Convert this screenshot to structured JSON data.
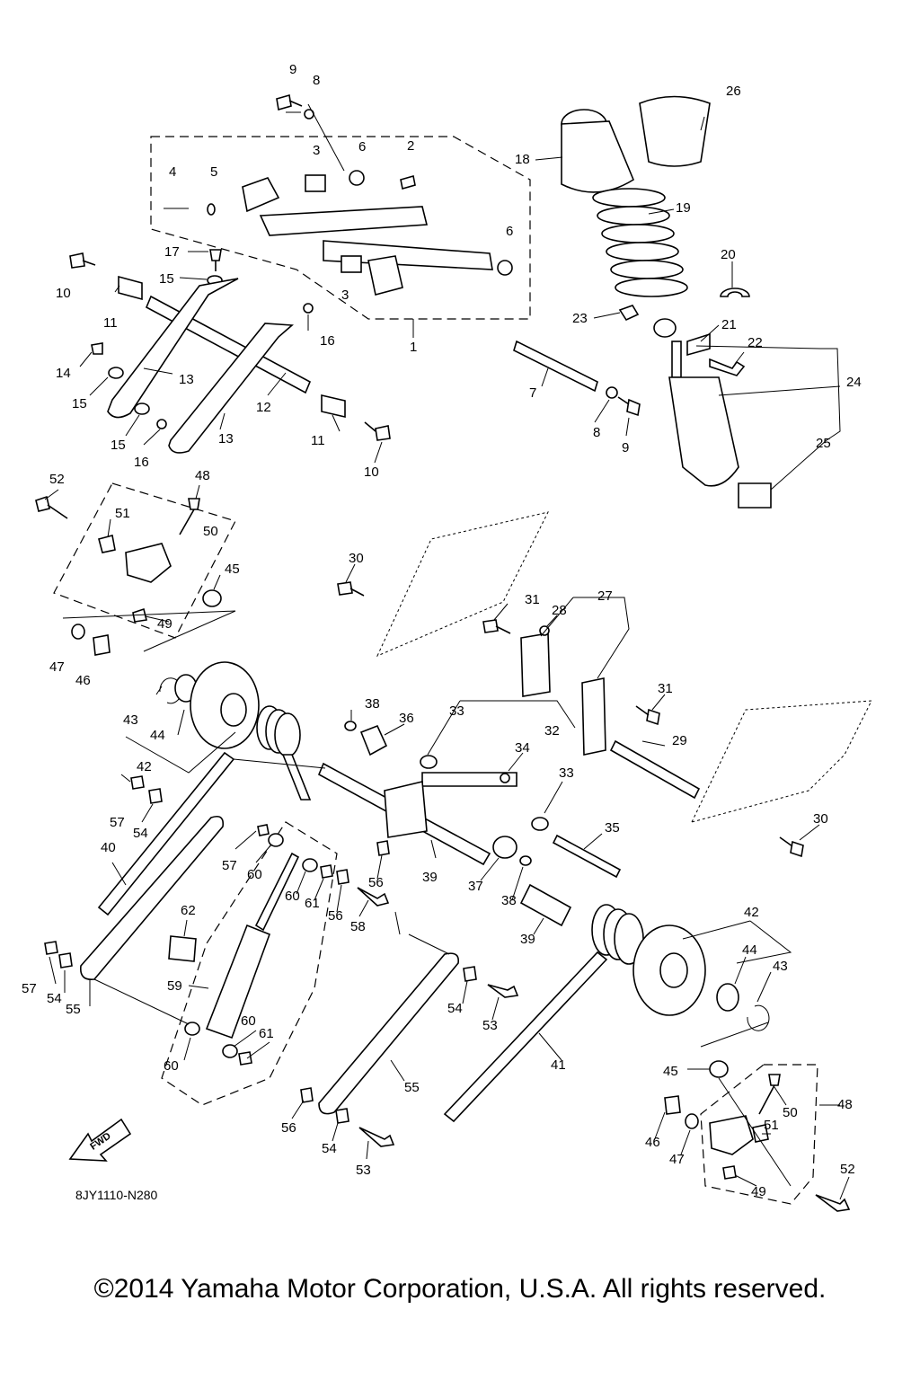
{
  "diagram": {
    "callouts": [
      {
        "id": "c9a",
        "text": "9"
      },
      {
        "id": "c8a",
        "text": "8"
      },
      {
        "id": "c26",
        "text": "26"
      },
      {
        "id": "c3a",
        "text": "3"
      },
      {
        "id": "c6a",
        "text": "6"
      },
      {
        "id": "c2",
        "text": "2"
      },
      {
        "id": "c18",
        "text": "18"
      },
      {
        "id": "c4",
        "text": "4"
      },
      {
        "id": "c5",
        "text": "5"
      },
      {
        "id": "c19",
        "text": "19"
      },
      {
        "id": "c6b",
        "text": "6"
      },
      {
        "id": "c17",
        "text": "17"
      },
      {
        "id": "c20",
        "text": "20"
      },
      {
        "id": "c10a",
        "text": "10"
      },
      {
        "id": "c15a",
        "text": "15"
      },
      {
        "id": "c3b",
        "text": "3"
      },
      {
        "id": "c23",
        "text": "23"
      },
      {
        "id": "c21",
        "text": "21"
      },
      {
        "id": "c11a",
        "text": "11"
      },
      {
        "id": "c16a",
        "text": "16"
      },
      {
        "id": "c22",
        "text": "22"
      },
      {
        "id": "c1",
        "text": "1"
      },
      {
        "id": "c14",
        "text": "14"
      },
      {
        "id": "c13a",
        "text": "13"
      },
      {
        "id": "c24",
        "text": "24"
      },
      {
        "id": "c7",
        "text": "7"
      },
      {
        "id": "c15b",
        "text": "15"
      },
      {
        "id": "c12",
        "text": "12"
      },
      {
        "id": "c15c",
        "text": "15"
      },
      {
        "id": "c13b",
        "text": "13"
      },
      {
        "id": "c8b",
        "text": "8"
      },
      {
        "id": "c11b",
        "text": "11"
      },
      {
        "id": "c9b",
        "text": "9"
      },
      {
        "id": "c25",
        "text": "25"
      },
      {
        "id": "c16b",
        "text": "16"
      },
      {
        "id": "c10b",
        "text": "10"
      },
      {
        "id": "c52a",
        "text": "52"
      },
      {
        "id": "c48a",
        "text": "48"
      },
      {
        "id": "c51a",
        "text": "51"
      },
      {
        "id": "c50a",
        "text": "50"
      },
      {
        "id": "c30a",
        "text": "30"
      },
      {
        "id": "c45a",
        "text": "45"
      },
      {
        "id": "c27",
        "text": "27"
      },
      {
        "id": "c31a",
        "text": "31"
      },
      {
        "id": "c28",
        "text": "28"
      },
      {
        "id": "c49a",
        "text": "49"
      },
      {
        "id": "c47a",
        "text": "47"
      },
      {
        "id": "c46a",
        "text": "46"
      },
      {
        "id": "c31b",
        "text": "31"
      },
      {
        "id": "c43a",
        "text": "43"
      },
      {
        "id": "c38a",
        "text": "38"
      },
      {
        "id": "c36",
        "text": "36"
      },
      {
        "id": "c33a",
        "text": "33"
      },
      {
        "id": "c32",
        "text": "32"
      },
      {
        "id": "c44a",
        "text": "44"
      },
      {
        "id": "c29",
        "text": "29"
      },
      {
        "id": "c34",
        "text": "34"
      },
      {
        "id": "c42a",
        "text": "42"
      },
      {
        "id": "c33b",
        "text": "33"
      },
      {
        "id": "c57a",
        "text": "57"
      },
      {
        "id": "c54a",
        "text": "54"
      },
      {
        "id": "c30b",
        "text": "30"
      },
      {
        "id": "c35",
        "text": "35"
      },
      {
        "id": "c57b",
        "text": "57"
      },
      {
        "id": "c60a",
        "text": "60"
      },
      {
        "id": "c40",
        "text": "40"
      },
      {
        "id": "c60b",
        "text": "60"
      },
      {
        "id": "c61a",
        "text": "61"
      },
      {
        "id": "c56a",
        "text": "56"
      },
      {
        "id": "c56b",
        "text": "56"
      },
      {
        "id": "c39a",
        "text": "39"
      },
      {
        "id": "c37",
        "text": "37"
      },
      {
        "id": "c38b",
        "text": "38"
      },
      {
        "id": "c58",
        "text": "58"
      },
      {
        "id": "c62",
        "text": "62"
      },
      {
        "id": "c39b",
        "text": "39"
      },
      {
        "id": "c42b",
        "text": "42"
      },
      {
        "id": "c44b",
        "text": "44"
      },
      {
        "id": "c43b",
        "text": "43"
      },
      {
        "id": "c57c",
        "text": "57"
      },
      {
        "id": "c59",
        "text": "59"
      },
      {
        "id": "c54b",
        "text": "54"
      },
      {
        "id": "c55a",
        "text": "55"
      },
      {
        "id": "c54c",
        "text": "54"
      },
      {
        "id": "c53a",
        "text": "53"
      },
      {
        "id": "c60c",
        "text": "60"
      },
      {
        "id": "c61b",
        "text": "61"
      },
      {
        "id": "c60d",
        "text": "60"
      },
      {
        "id": "c41",
        "text": "41"
      },
      {
        "id": "c45b",
        "text": "45"
      },
      {
        "id": "c50b",
        "text": "50"
      },
      {
        "id": "c48b",
        "text": "48"
      },
      {
        "id": "c55b",
        "text": "55"
      },
      {
        "id": "c51b",
        "text": "51"
      },
      {
        "id": "c46b",
        "text": "46"
      },
      {
        "id": "c47b",
        "text": "47"
      },
      {
        "id": "c56c",
        "text": "56"
      },
      {
        "id": "c52b",
        "text": "52"
      },
      {
        "id": "c54d",
        "text": "54"
      },
      {
        "id": "c49b",
        "text": "49"
      },
      {
        "id": "c53b",
        "text": "53"
      }
    ],
    "fwd_label": "FWD",
    "reference_code": "8JY1110-N280"
  },
  "footer": {
    "copyright": "©2014 Yamaha Motor Corporation, U.S.A. All rights reserved."
  }
}
